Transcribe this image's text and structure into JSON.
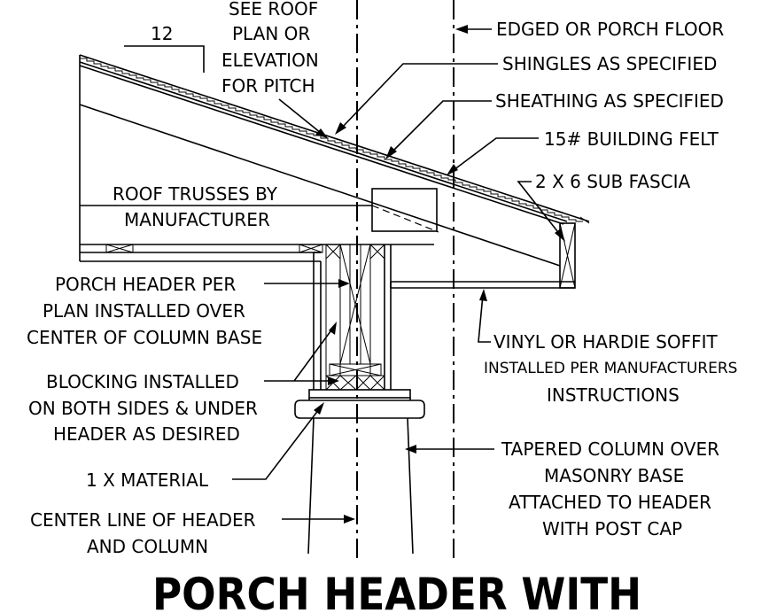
{
  "diagram": {
    "labels": {
      "pitch_number": "12",
      "see_roof_1": "SEE ROOF",
      "see_roof_2": "PLAN OR",
      "see_roof_3": "ELEVATION",
      "see_roof_4": "FOR PITCH",
      "edged_floor": "EDGED OR PORCH FLOOR",
      "shingles": "SHINGLES AS SPECIFIED",
      "sheathing": "SHEATHING AS SPECIFIED",
      "felt": "15# BUILDING FELT",
      "sub_fascia": "2 X 6 SUB FASCIA",
      "trusses_1": "ROOF TRUSSES BY",
      "trusses_2": "MANUFACTURER",
      "porch_header_1": "PORCH HEADER PER",
      "porch_header_2": "PLAN INSTALLED OVER",
      "porch_header_3": "CENTER OF COLUMN BASE",
      "soffit_1": "VINYL OR HARDIE SOFFIT",
      "soffit_2": "INSTALLED PER MANUFACTURERS",
      "soffit_3": "INSTRUCTIONS",
      "blocking_1": "BLOCKING INSTALLED",
      "blocking_2": "ON BOTH SIDES & UNDER",
      "blocking_3": "HEADER AS DESIRED",
      "tapered_1": "TAPERED COLUMN OVER",
      "tapered_2": "MASONRY BASE",
      "tapered_3": "ATTACHED TO HEADER",
      "tapered_4": "WITH POST CAP",
      "one_x": "1 X MATERIAL",
      "centerline_1": "CENTER LINE OF HEADER",
      "centerline_2": "AND COLUMN"
    },
    "title": "PORCH HEADER WITH"
  }
}
